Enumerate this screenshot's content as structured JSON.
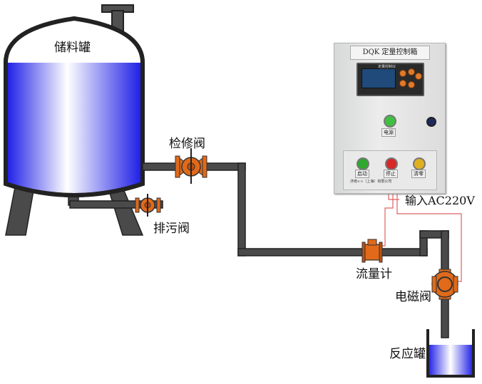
{
  "labels": {
    "storage_tank": "储料罐",
    "service_valve": "检修阀",
    "drain_valve": "排污阀",
    "flow_meter": "流量计",
    "solenoid_valve": "电磁阀",
    "reaction_tank": "反应罐",
    "power_input": "输入AC220V"
  },
  "control_box": {
    "title": "DQK 定量控制箱",
    "controller_screen_text": "定量控制仪",
    "top_button_tag": "电源",
    "start_label": "启动",
    "stop_label": "停止",
    "reset_label": "清零",
    "maker_text": "济南××（上海）有限公司"
  },
  "colors": {
    "pipe": "#3c3c3c",
    "liquid": "#2a2ae0",
    "valve": "#e06a1a",
    "signal_wire": "#e05050",
    "start_button": "#2ea82e",
    "stop_button": "#d82828",
    "reset_button": "#e0b020",
    "power_button": "#40c040"
  }
}
